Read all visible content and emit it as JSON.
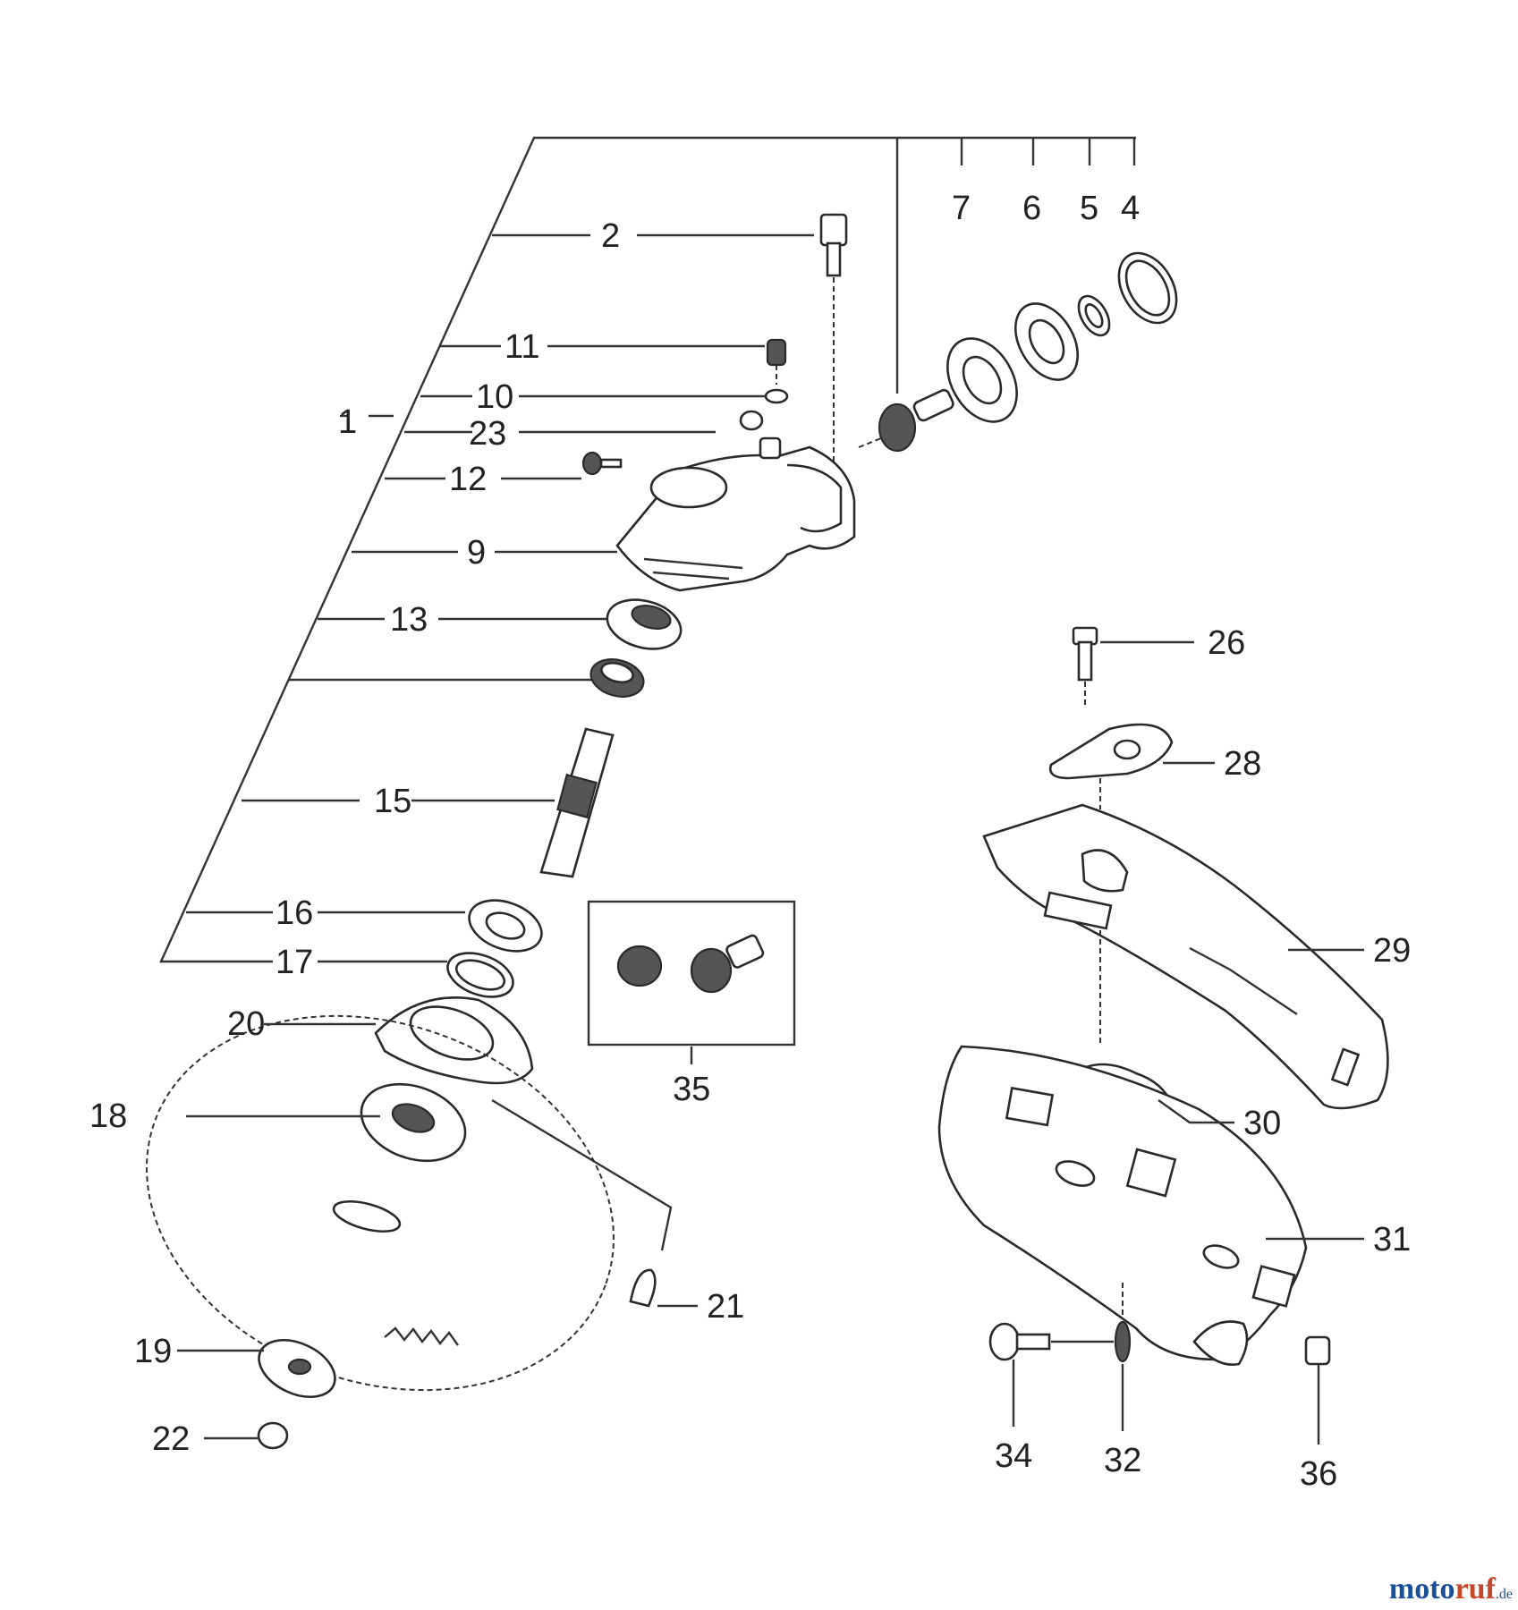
{
  "callouts": {
    "c1": "1",
    "c2": "2",
    "c4": "4",
    "c5": "5",
    "c6": "6",
    "c7": "7",
    "c9": "9",
    "c10": "10",
    "c11": "11",
    "c12": "12",
    "c13": "13",
    "c15": "15",
    "c16": "16",
    "c17": "17",
    "c18": "18",
    "c19": "19",
    "c20": "20",
    "c21": "21",
    "c22": "22",
    "c23": "23",
    "c26": "26",
    "c28": "28",
    "c29": "29",
    "c30": "30",
    "c31": "31",
    "c32": "32",
    "c34": "34",
    "c35": "35",
    "c36": "36"
  },
  "watermark": {
    "part1": "moto",
    "part2": "ruf",
    "part3": ".de"
  }
}
